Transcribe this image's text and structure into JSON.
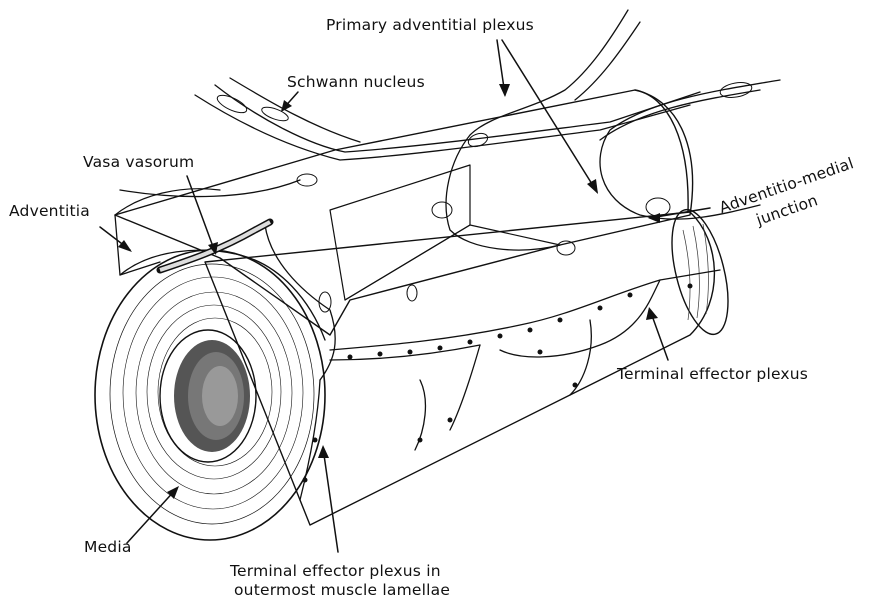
{
  "labels": {
    "primary_adventitial_plexus": "Primary adventitial plexus",
    "schwann_nucleus": "Schwann nucleus",
    "vasa_vasorum": "Vasa vasorum",
    "adventitia": "Adventitia",
    "adventitio_medial_line1": "Adventitio-medial",
    "adventitio_medial_line2": "junction",
    "terminal_effector_plexus": "Terminal effector plexus",
    "media": "Media",
    "outermost_line1": "Terminal effector plexus in",
    "outermost_line2": "outermost muscle lamellae"
  }
}
